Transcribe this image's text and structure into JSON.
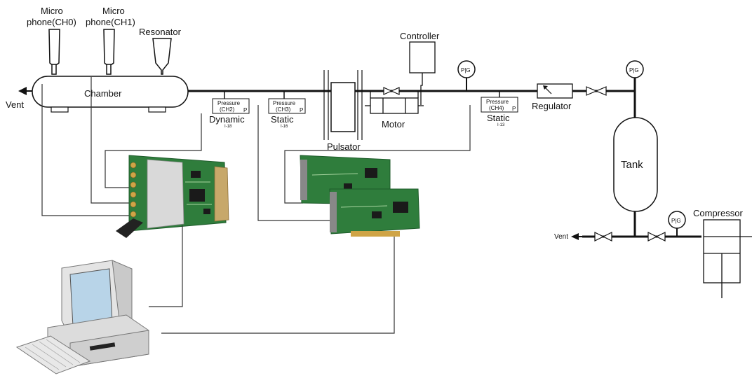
{
  "labels": {
    "mic0_line1": "Micro",
    "mic0_line2": "phone(CH0)",
    "mic1_line1": "Micro",
    "mic1_line2": "phone(CH1)",
    "resonator": "Resonator",
    "chamber": "Chamber",
    "vent_left": "Vent",
    "vent_bottom": "Vent",
    "controller": "Controller",
    "motor": "Motor",
    "pulsator": "Pulsator",
    "regulator": "Regulator",
    "tank": "Tank",
    "compressor": "Compressor",
    "pg": "P|G",
    "sensor_p": "P"
  },
  "sensors": [
    {
      "title": "Pressure",
      "channel": "(CH2)",
      "kind": "Dynamic",
      "model": "I-18"
    },
    {
      "title": "Pressure",
      "channel": "(CH3)",
      "kind": "Static",
      "model": "I-16"
    },
    {
      "title": "Pressure",
      "channel": "(CH4)",
      "kind": "Static",
      "model": "I-13"
    }
  ],
  "colors": {
    "line": "#111111",
    "pcb_green": "#2f7d3c",
    "pcb_dark": "#1d5a2a",
    "monitor_body": "#e4e4e4",
    "monitor_screen": "#b8d4e8"
  }
}
